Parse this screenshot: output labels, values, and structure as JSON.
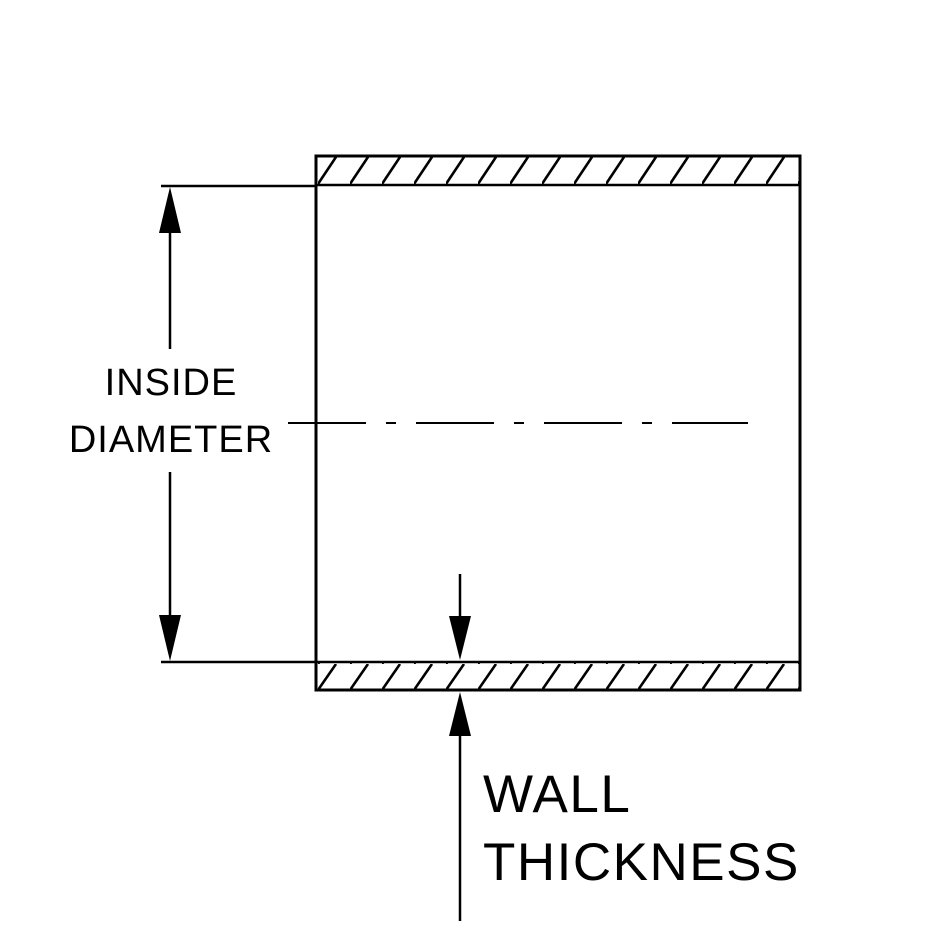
{
  "diagram": {
    "kind": "technical-drawing",
    "labels": {
      "inside_diameter": {
        "line1": "INSIDE",
        "line2": "DIAMETER"
      },
      "wall_thickness": {
        "line1": "WALL",
        "line2": "THICKNESS"
      }
    },
    "colors": {
      "line": "#000000",
      "background": "#ffffff"
    }
  }
}
